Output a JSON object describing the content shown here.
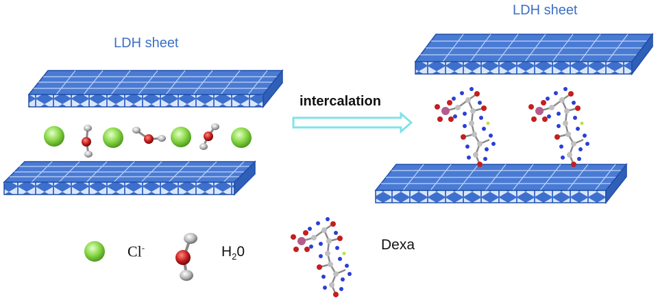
{
  "labels": {
    "ldh_left": "LDH sheet",
    "ldh_right": "LDH sheet",
    "arrow": "intercalation"
  },
  "legend": {
    "chloride": {
      "text": "Cl",
      "sup": "-"
    },
    "water": {
      "pre": "H",
      "sub": "2",
      "post": "0"
    },
    "dexa": "Dexa"
  },
  "colors": {
    "sheet": "#3d6fcc",
    "sheet_dark": "#1f4fa8",
    "chloride": "#8ad84a",
    "oxygen": "#c41e1e",
    "hydrogen": "#b8b8b8",
    "arrow": "#7fe3e8",
    "nitrogen": "#2a3fd6",
    "phosphorus": "#b45c8c"
  }
}
